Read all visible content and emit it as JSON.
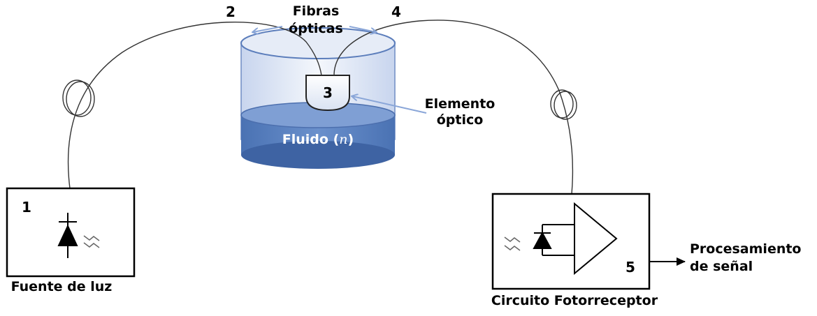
{
  "labels": {
    "fibers_line1": "Fibras",
    "fibers_line2": "ópticas",
    "optical_element_line1": "Elemento",
    "optical_element_line2": "óptico",
    "fluid_name": "Fluido (",
    "fluid_symbol": "n",
    "fluid_close": ")",
    "light_source": "Fuente de luz",
    "photoreceptor": "Circuito Fotorreceptor",
    "processing_line1": "Procesamiento",
    "processing_line2": "de señal"
  },
  "numbers": {
    "n1": "1",
    "n2": "2",
    "n3": "3",
    "n4": "4",
    "n5": "5"
  },
  "colors": {
    "water_top": "#dbe4f5",
    "water_body": "#5b82c0",
    "water_dark": "#3e63a3",
    "water_surface": "#7f9fd4",
    "glass": "#eef2fa",
    "arrow_blue": "#8aa6d8"
  }
}
